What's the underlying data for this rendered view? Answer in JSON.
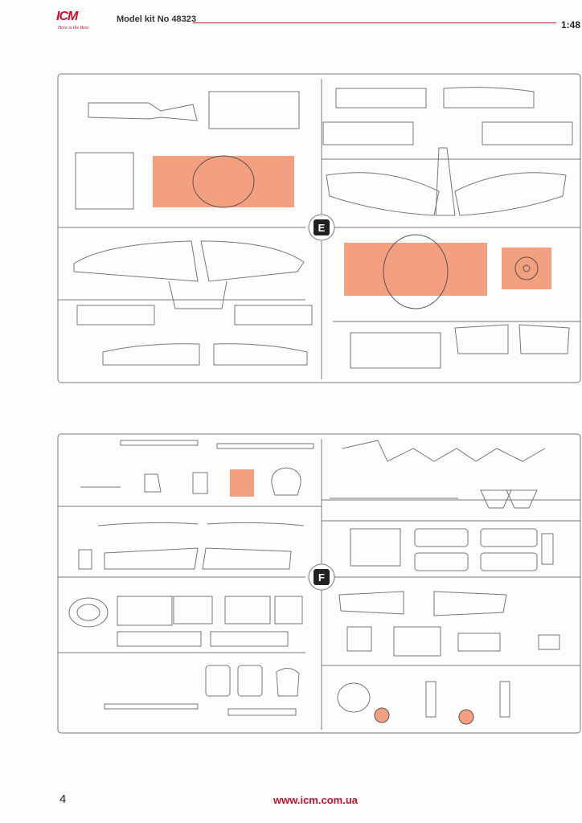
{
  "header": {
    "logo_text": "ICM",
    "logo_tagline": "Here is the Best",
    "kit_title": "Model kit No 48323",
    "scale": "1:48"
  },
  "sprues": [
    {
      "letter": "E"
    },
    {
      "letter": "F"
    }
  ],
  "footer": {
    "page_number": "4",
    "website": "www.icm.com.ua"
  },
  "colors": {
    "brand_red": "#c8102e",
    "highlight": "#f2a07f",
    "line": "#777777"
  }
}
